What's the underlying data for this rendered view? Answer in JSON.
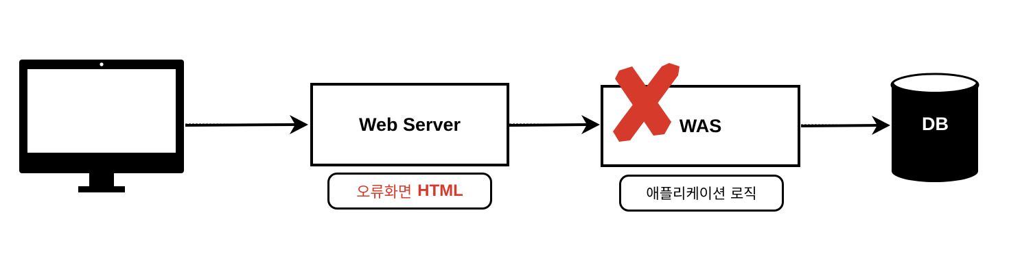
{
  "nodes": {
    "client": {
      "icon": "desktop-monitor-icon"
    },
    "web_server": {
      "label": "Web Server"
    },
    "was": {
      "label": "WAS",
      "status_icon": "red-x-icon"
    },
    "db": {
      "label": "DB",
      "icon": "database-cylinder-icon"
    }
  },
  "annotations": {
    "error_page": {
      "text_ko": "오류화면",
      "text_html": "HTML"
    },
    "app_logic": {
      "text": "애플리케이션 로직"
    }
  },
  "edges": [
    {
      "from": "client",
      "to": "web_server"
    },
    {
      "from": "web_server",
      "to": "was"
    },
    {
      "from": "was",
      "to": "db"
    }
  ],
  "colors": {
    "stroke": "#000000",
    "error": "#d63a2b",
    "background": "#ffffff"
  }
}
